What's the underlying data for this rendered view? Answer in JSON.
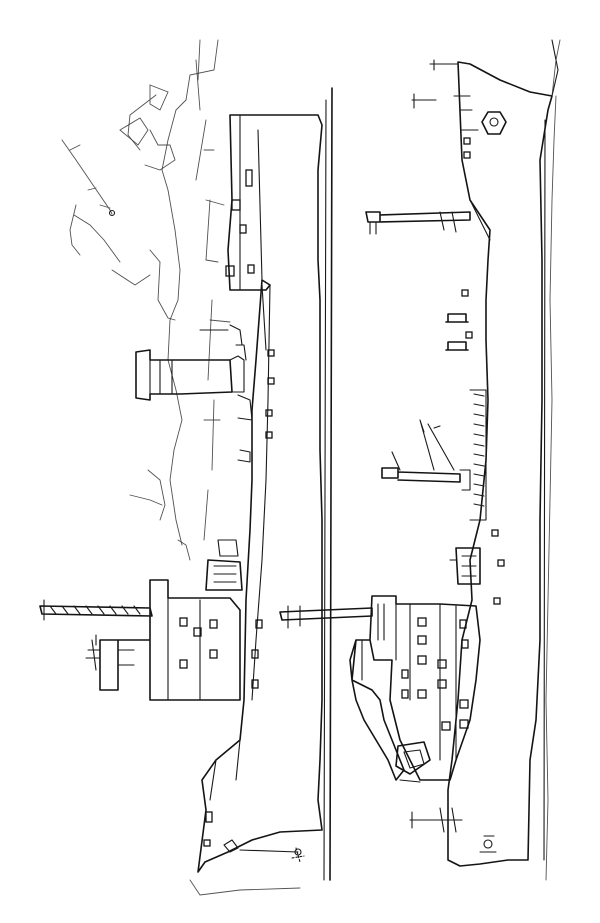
{
  "drawing": {
    "kind": "line-drawing",
    "orientation": "rotated-90",
    "subjects": [
      "upper-ship",
      "lower-ship",
      "background-ships",
      "quay",
      "waterline"
    ],
    "ink_color": "#141414",
    "paper_color": "#ffffff"
  }
}
